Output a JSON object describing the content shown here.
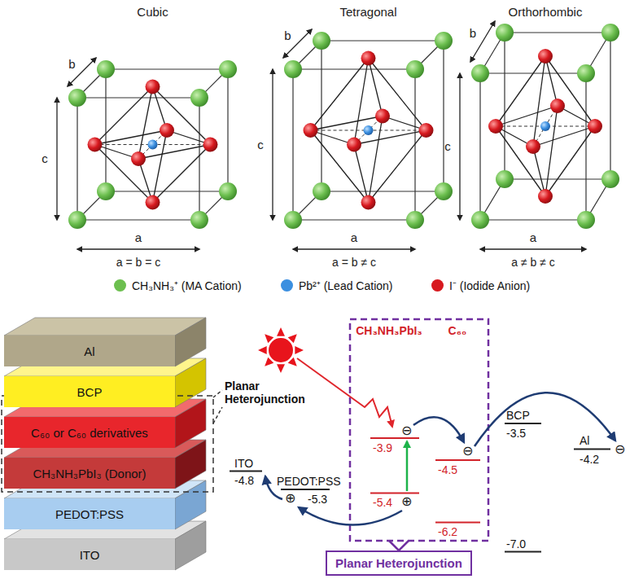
{
  "diagram": {
    "nodes": [
      {
        "text": [
          "Al"
        ]
      },
      {
        "text": [
          "BCP"
        ]
      },
      {
        "text": [
          "C₆₀ or C₆₀ derivatives"
        ]
      },
      {
        "text": [
          "CH₃NH₃PbI₃ (Donor)"
        ]
      },
      {
        "text": [
          "PEDOT:PSS"
        ]
      },
      {
        "text": [
          "ITO"
        ]
      },
      {
        "text": [
          "Planar Heterojunction"
        ]
      }
    ],
    "labels": [
      "Cubic",
      "Tetragonal",
      "Orthorhombic",
      "b",
      "c",
      "a",
      "a = b = c",
      "b",
      "c",
      "a",
      "a = b ≠ c",
      "b",
      "c",
      "a",
      "a ≠ b ≠ c",
      "Planar Heterojunction",
      "ITO",
      "-4.8",
      "PEDOT:PSS",
      "-5.3",
      "CH₃NH₃PbI₃",
      "C₆₀",
      "-3.9",
      "-5.4",
      "-4.5",
      "-6.2",
      "BCP",
      "-3.5",
      "-7.0",
      "Al",
      "-4.2",
      "⊖",
      "⊕",
      "⊖",
      "⊖",
      "⊕"
    ],
    "legend": [
      {
        "text": "CH₃NH₃⁺ (MA Cation)",
        "color": "#6cbf4f"
      },
      {
        "text": "Pb²⁺ (Lead Cation)",
        "color": "#3b8fe0"
      },
      {
        "text": "I⁻ (Iodide Anion)",
        "color": "#d7191f"
      }
    ]
  }
}
